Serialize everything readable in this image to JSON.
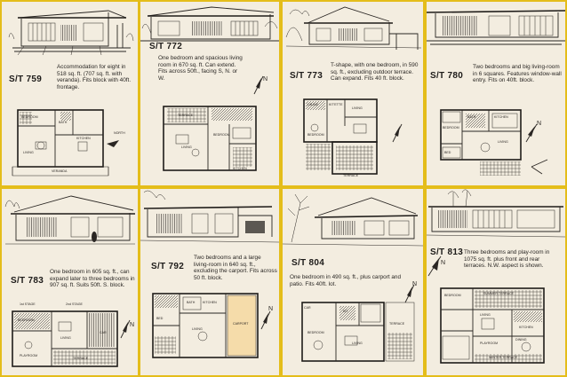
{
  "panels": [
    {
      "code": "S/T 759",
      "desc": "Accommodation for eight in 518 sq. ft. (707 sq. ft. with veranda). Fits block with 40ft. frontage."
    },
    {
      "code": "S/T 772",
      "desc": "One bedroom and spacious living room in 670 sq. ft. Can extend. Fits across 50ft., facing S, N. or W."
    },
    {
      "code": "S/T 773",
      "desc": "T-shape, with one bedroom, in 590 sq. ft., excluding outdoor terrace. Can expand. Fits 40 ft. block."
    },
    {
      "code": "S/T 780",
      "desc": "Two bedrooms and big living-room in 6 squares. Features window-wall entry. Fits on 40ft. block."
    },
    {
      "code": "S/T 783",
      "desc": "One bedroom in 605 sq. ft., can expand later to three bedrooms in 907 sq. ft. Suits 50ft. S. block."
    },
    {
      "code": "S/T 792",
      "desc": "Two bedrooms and a large living-room in 640 sq. ft., excluding the carport. Fits across 50 ft. block."
    },
    {
      "code": "S/T 804",
      "desc": "One bedroom in 490 sq. ft., plus carport and patio. Fits 40ft. lot."
    },
    {
      "code": "S/T 813",
      "desc": "Three bedrooms and play-room in 1075 sq. ft. plus front and rear terraces. N.W. aspect is shown."
    }
  ],
  "labels": {
    "p759": {
      "north": "NORTH",
      "bedroom": "BEDROOM",
      "living": "LIVING",
      "kitchen": "KITCHEN",
      "veranda": "VERANDA",
      "bath": "BATH"
    },
    "p772": {
      "terrace": "TERRACE",
      "living": "LIVING",
      "bedroom": "BEDROOM",
      "kitchen": "KITCHEN",
      "n": "N"
    },
    "p773": {
      "kitchette": "KIT'ETTE",
      "living": "LIVING",
      "bedroom": "BEDROOM",
      "terrace": "TERRACE",
      "laund": "LAUND"
    },
    "p780": {
      "bath": "BATH",
      "kitchen": "KITCHEN",
      "living": "LIVING",
      "bedroom": "BEDROOM",
      "bed": "BED",
      "n": "N"
    },
    "p783": {
      "first_stage": "1st STAGE",
      "second_stage": "2nd STAGE",
      "bedroom": "BEDROOM",
      "living": "LIVING",
      "playroom": "PLAYROOM",
      "terrace": "TERRACE",
      "car": "CAR",
      "n": "N"
    },
    "p792": {
      "bath": "BATH",
      "kitchen": "KITCHEN",
      "living": "LIVING",
      "carport": "CARPORT",
      "bed": "BED",
      "n": "N"
    },
    "p804": {
      "kit": "KIT",
      "bedroom": "BEDROOM",
      "living": "LIVING",
      "terrace": "TERRACE",
      "car": "CAR",
      "n": "N"
    },
    "p813": {
      "bedroom": "BEDROOM",
      "summer_terrace": "SUMMER TERRACE",
      "kitchen": "KITCHEN",
      "living": "LIVING",
      "dining": "DINING",
      "playroom": "PLAYROOM",
      "winter_terrace": "WINTER TERRACE",
      "n": "N"
    }
  },
  "colors": {
    "border": "#e4bd1a",
    "paper": "#f3ede0",
    "ink": "#2a2623"
  }
}
